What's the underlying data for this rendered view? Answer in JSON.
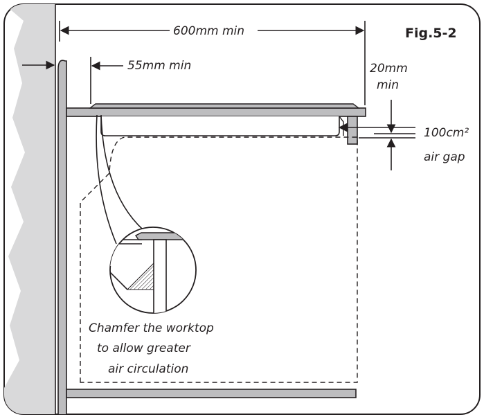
{
  "figure_label": "Fig.5-2",
  "dimensions": {
    "width": "600mm min",
    "inset": "55mm min",
    "height_line1": "20mm",
    "height_line2": "min"
  },
  "air_gap": {
    "line1": "100cm²",
    "line2": "air gap"
  },
  "chamfer_note": {
    "line1": "Chamfer the worktop",
    "line2": "to allow greater",
    "line3": "air  circulation"
  },
  "colors": {
    "ink": "#231f20",
    "wall_fill": "#d9d9da",
    "part_fill": "#bdbdbf",
    "background": "#ffffff"
  }
}
